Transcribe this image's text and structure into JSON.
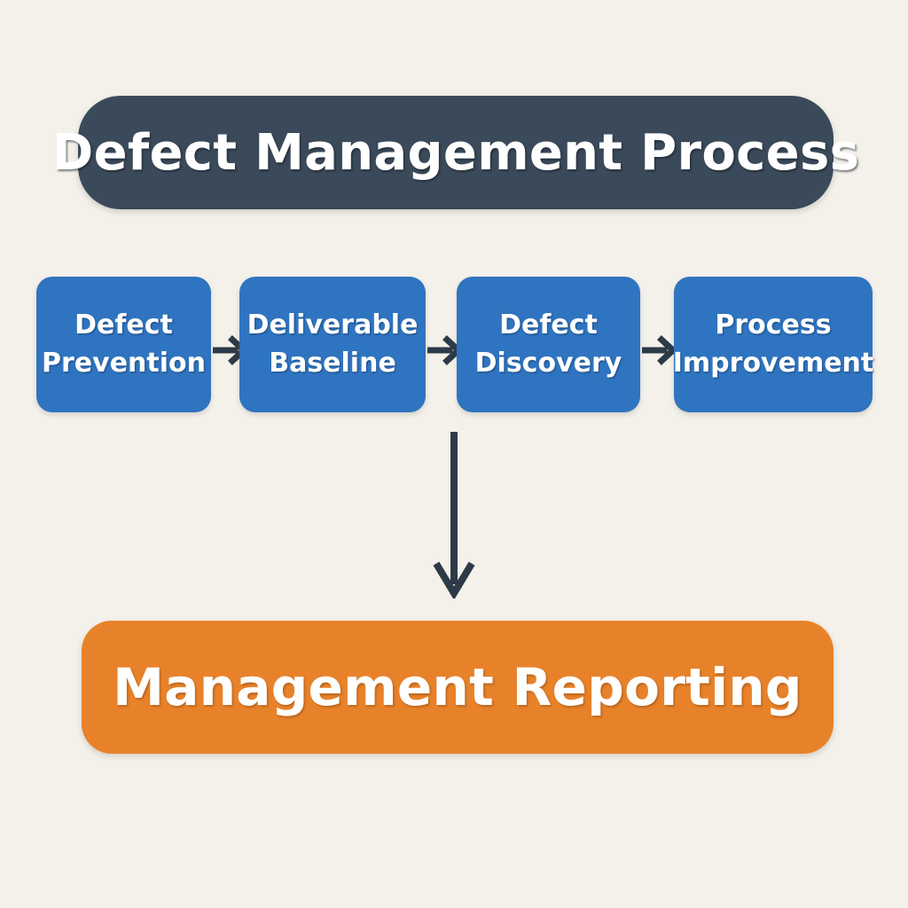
{
  "diagram": {
    "background_color": "#f4f1ea",
    "header": {
      "title": "Defect Management Process",
      "fill_color": "#3b4a5a",
      "text_color": "#ffffff"
    },
    "process_steps": [
      {
        "line1": "Defect",
        "line2": "Prevention",
        "fill_color": "#2f74c0"
      },
      {
        "line1": "Deliverable",
        "line2": "Baseline",
        "fill_color": "#2f74c0"
      },
      {
        "line1": "Defect",
        "line2": "Discovery",
        "fill_color": "#2f74c0"
      },
      {
        "line1": "Process",
        "line2": "Improvement",
        "fill_color": "#2f74c0"
      }
    ],
    "connectors": {
      "horizontal_arrow_color": "#2d3a48",
      "horizontal_arrow_count": 3,
      "vertical_arrow_color": "#2d3a48",
      "vertical_arrow_from": "Defect Discovery",
      "vertical_arrow_to": "Management Reporting"
    },
    "footer": {
      "title": "Management Reporting",
      "fill_color": "#e8822a",
      "text_color": "#ffffff"
    }
  }
}
